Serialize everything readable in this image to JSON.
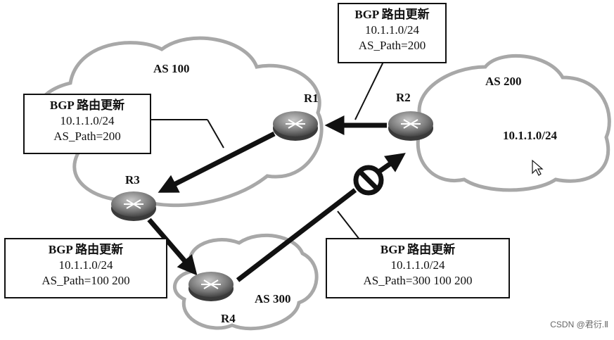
{
  "as": {
    "as100": "AS 100",
    "as200": "AS 200",
    "as300": "AS 300"
  },
  "network": "10.1.1.0/24",
  "routers": {
    "r1": "R1",
    "r2": "R2",
    "r3": "R3",
    "r4": "R4"
  },
  "updates": {
    "top": {
      "title": "BGP 路由更新",
      "prefix": "10.1.1.0/24",
      "path": "AS_Path=200"
    },
    "left": {
      "title": "BGP 路由更新",
      "prefix": "10.1.1.0/24",
      "path": "AS_Path=200"
    },
    "bottom_left": {
      "title": "BGP 路由更新",
      "prefix": "10.1.1.0/24",
      "path": "AS_Path=100 200"
    },
    "bottom_right": {
      "title": "BGP 路由更新",
      "prefix": "10.1.1.0/24",
      "path": "AS_Path=300 100 200"
    }
  },
  "watermark": "CSDN @君衍.Ⅱ",
  "colors": {
    "router": "#7a7a7a",
    "line": "#111111",
    "cloud_edge": "#9a9a9a"
  }
}
